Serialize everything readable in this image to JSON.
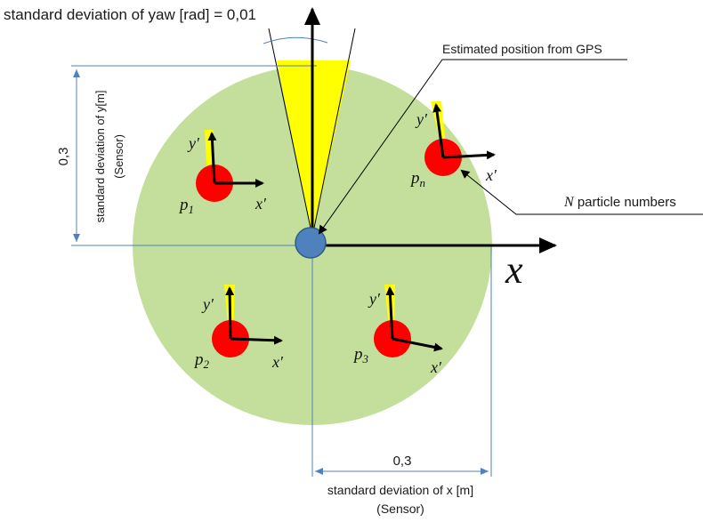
{
  "title": "standard deviation of yaw [rad] = 0,01",
  "gps_label": "Estimated position from GPS",
  "particles_label_var": "N",
  "particles_label_text": " particle numbers",
  "y_dev": {
    "value": "0,3",
    "label": "standard deviation of y[m]",
    "sub": "(Sensor)"
  },
  "x_dev": {
    "value": "0,3",
    "label": "standard deviation of x [m]",
    "sub": "(Sensor)"
  },
  "x_axis_label": "x",
  "local_x": "x′",
  "local_y": "y′",
  "particles": [
    {
      "name": "p",
      "sub": "1"
    },
    {
      "name": "p",
      "sub": "n"
    },
    {
      "name": "p",
      "sub": "2"
    },
    {
      "name": "p",
      "sub": "3"
    }
  ],
  "colors": {
    "region": "#c4df9b",
    "particle": "#ff0000",
    "gps": "#4f81bd",
    "yaw_cone": "#ffff00",
    "dim_line": "#4f81bd"
  }
}
